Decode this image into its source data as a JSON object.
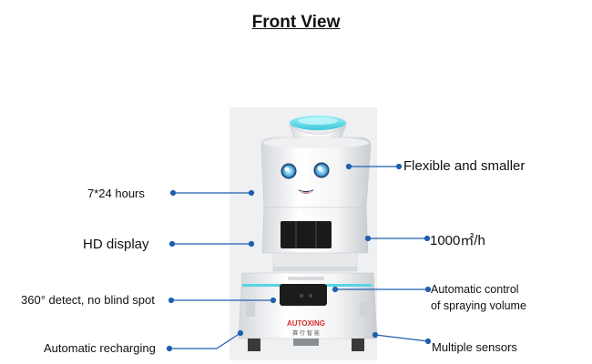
{
  "title": "Front View",
  "labels": {
    "hours": "7*24 hours",
    "hd_display": "HD display",
    "detect": "360° detect, no blind spot",
    "recharging": "Automatic recharging",
    "flexible": "Flexible and smaller",
    "capacity": "1000㎡/h",
    "spray_line1": "Automatic control",
    "spray_line2": "of spraying volume",
    "sensors": "Multiple sensors"
  },
  "robot": {
    "brand": "AUTOXING",
    "subtitle": "赛 行 智 能",
    "accent_color": "#54d6e6",
    "brand_color": "#d62b2b",
    "line_color": "#1f5fb0"
  }
}
